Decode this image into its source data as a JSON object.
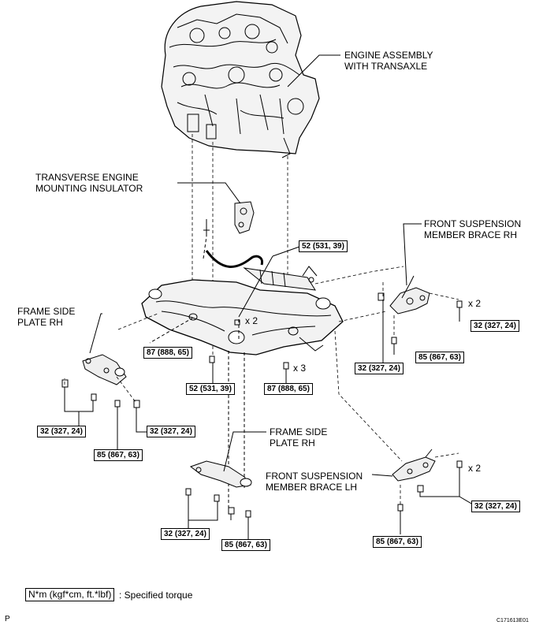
{
  "labels": {
    "engine_line1": "ENGINE ASSEMBLY",
    "engine_line2": "WITH TRANSAXLE",
    "insulator_line1": "TRANSVERSE ENGINE",
    "insulator_line2": "MOUNTING INSULATOR",
    "brace_rh_line1": "FRONT SUSPENSION",
    "brace_rh_line2": "MEMBER BRACE RH",
    "frame_rh_line1": "FRAME SIDE",
    "frame_rh_line2": "PLATE RH",
    "frame_rh2_line1": "FRAME SIDE",
    "frame_rh2_line2": "PLATE RH",
    "brace_lh_line1": "FRONT SUSPENSION",
    "brace_lh_line2": "MEMBER BRACE LH"
  },
  "torques": {
    "t52_top": "52 (531, 39)",
    "t87_left": "87 (888, 65)",
    "t52_bottom": "52 (531, 39)",
    "t87_right": "87 (888, 65)",
    "t32_brace_rh_right": "32 (327, 24)",
    "t32_brace_rh_left": "32 (327, 24)",
    "t85_brace_rh": "85 (867, 63)",
    "t32_frame_left": "32 (327, 24)",
    "t32_frame_right": "32 (327, 24)",
    "t85_frame": "85 (867, 63)",
    "t32_frame2": "32 (327, 24)",
    "t85_frame2": "85 (867, 63)",
    "t32_brace_lh": "32 (327, 24)",
    "t85_brace_lh": "85 (867, 63)"
  },
  "multipliers": {
    "x2_center": "x 2",
    "x3": "x 3",
    "x2_brace_rh": "x 2",
    "x2_brace_lh": "x 2"
  },
  "legend": {
    "key": "N*m (kgf*cm, ft.*lbf)",
    "description": ": Specified torque"
  },
  "corner": {
    "left": "P",
    "right": "C171613E01"
  }
}
